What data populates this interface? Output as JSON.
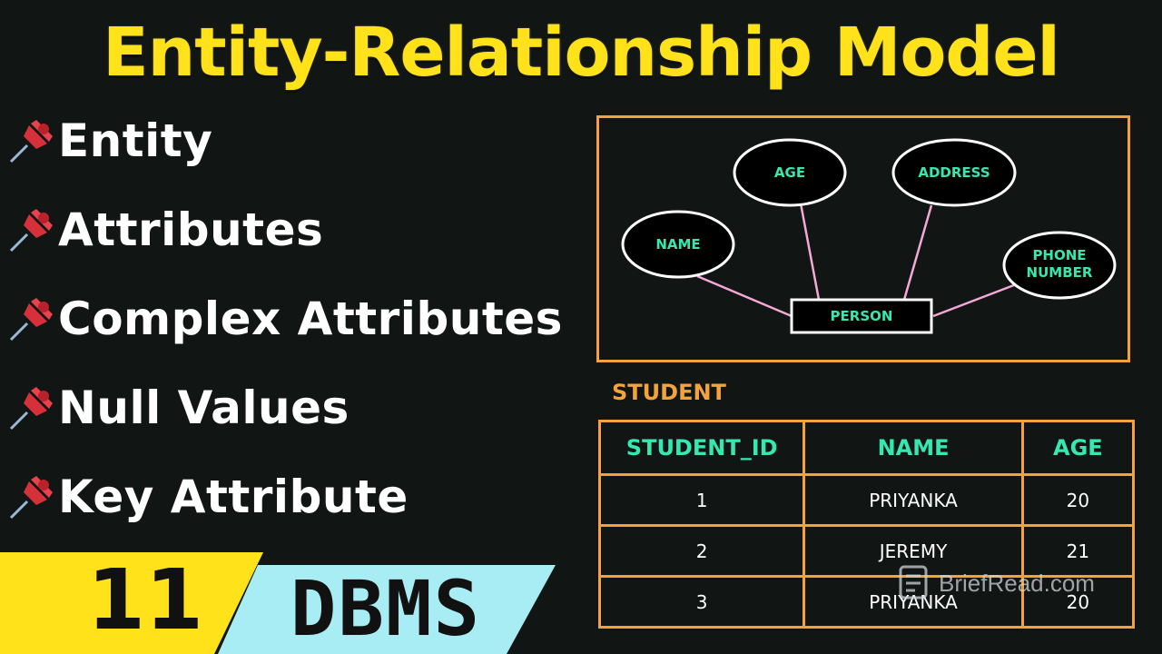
{
  "title": "Entity-Relationship Model",
  "topics": [
    {
      "label": "Entity"
    },
    {
      "label": "Attributes"
    },
    {
      "label": "Complex Attributes"
    },
    {
      "label": "Null Values"
    },
    {
      "label": "Key Attribute"
    }
  ],
  "icons": {
    "topic_bullet": "pushpin-icon",
    "watermark": "document-icon"
  },
  "badge": {
    "number": "11",
    "subject": "DBMS"
  },
  "er_diagram": {
    "entity": "PERSON",
    "attributes": {
      "name": "NAME",
      "age": "AGE",
      "address": "ADDRESS",
      "phone_line1": "PHONE",
      "phone_line2": "NUMBER"
    }
  },
  "table": {
    "title": "STUDENT",
    "headers": [
      "STUDENT_ID",
      "NAME",
      "AGE"
    ],
    "rows": [
      [
        "1",
        "PRIYANKA",
        "20"
      ],
      [
        "2",
        "JEREMY",
        "21"
      ],
      [
        "3",
        "PRIYANKA",
        "20"
      ]
    ]
  },
  "watermark": "BriefRead.com",
  "colors": {
    "background": "#111614",
    "title": "#ffe21a",
    "accent_orange": "#f4a33a",
    "accent_green": "#36e8b0",
    "badge_yellow": "#ffe21a",
    "badge_cyan": "#a8ecf4",
    "connector_pink": "#f3a8d6"
  }
}
